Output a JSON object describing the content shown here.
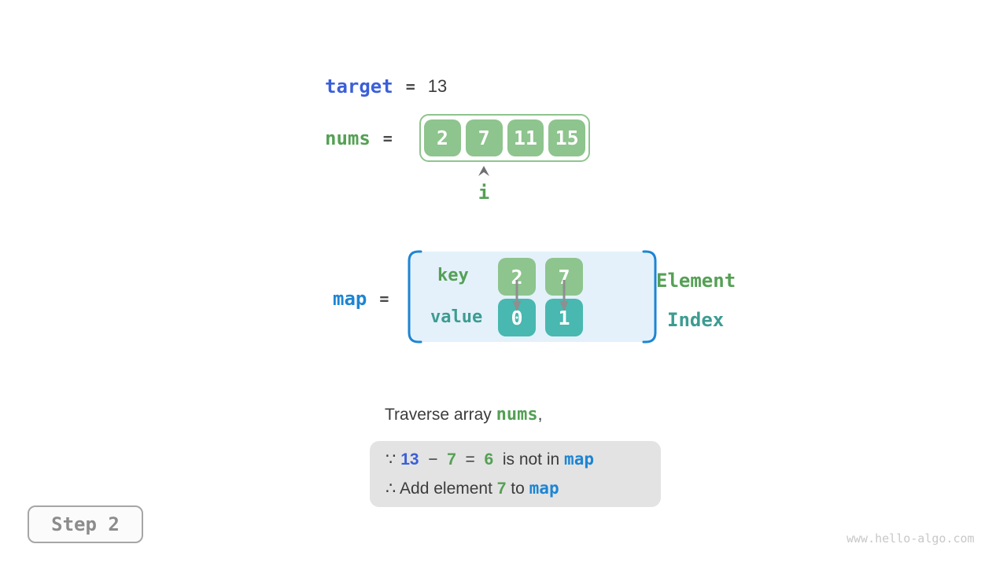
{
  "palette": {
    "royal_blue": "#3b5fd9",
    "azure_blue": "#1d85d3",
    "green_text": "#55a055",
    "green_fill": "#8ec48e",
    "teal_text": "#3d9c92",
    "teal_fill": "#48b8b0",
    "dark_text": "#3c3c3c",
    "arrow_gray": "#8f8f8f",
    "map_bg": "#e4f1fa",
    "note_bg": "#e3e3e3",
    "watermark_gray": "#c8c8c8"
  },
  "target_row": {
    "label": "target",
    "equals": "=",
    "value": "13"
  },
  "nums_row": {
    "label": "nums",
    "equals": "=",
    "cells": [
      "2",
      "7",
      "11",
      "15"
    ],
    "pointer": "i"
  },
  "map_row": {
    "label": "map",
    "equals": "=",
    "key_label": "key",
    "value_label": "value",
    "entries": [
      {
        "key": "2",
        "value": "0"
      },
      {
        "key": "7",
        "value": "1"
      }
    ],
    "element_label": "Element",
    "index_label": "Index"
  },
  "caption": {
    "pre": "Traverse array ",
    "code": "nums",
    "post": ","
  },
  "note": {
    "line1": {
      "s0": "∵ ",
      "s1": "13",
      "s2": "  −  ",
      "s3": "7",
      "s4": "  =  ",
      "s5": "6",
      "s6": "  is not in ",
      "s7": "map"
    },
    "line2": {
      "s0": "∴ Add element ",
      "s1": "7",
      "s2": " to ",
      "s3": "map"
    }
  },
  "step_badge": "Step 2",
  "watermark": "www.hello-algo.com"
}
